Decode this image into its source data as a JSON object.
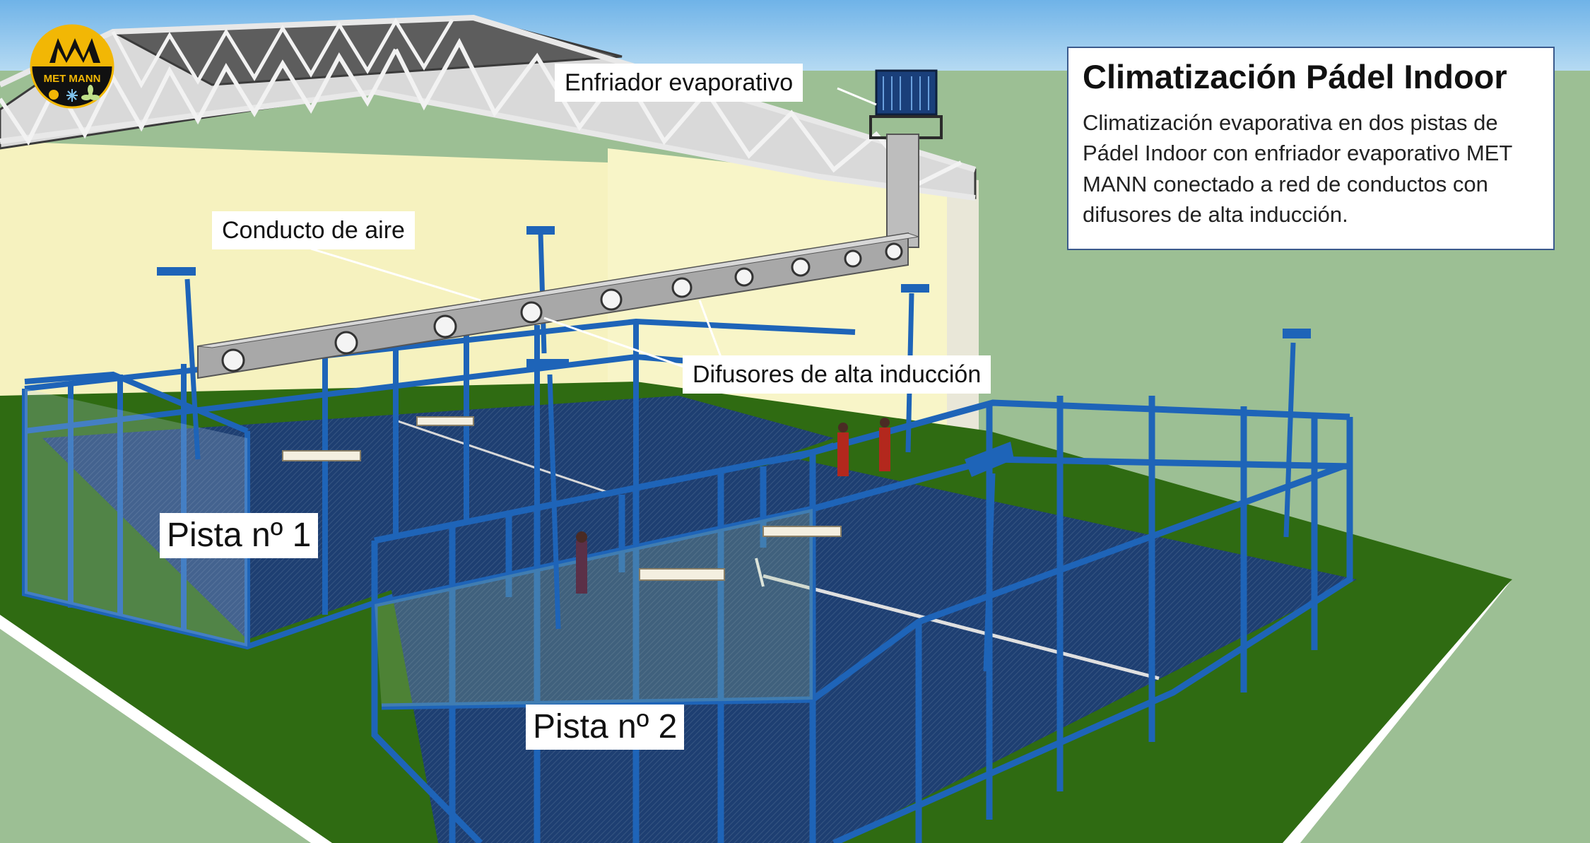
{
  "info_panel": {
    "title": "Climatización Pádel Indoor",
    "description": "Climatización evaporativa en dos pistas de Pádel Indoor con enfriador evaporativo MET MANN conectado a red de conductos con difusores de alta inducción."
  },
  "labels": {
    "cooler": "Enfriador evaporativo",
    "duct": "Conducto de aire",
    "diffusers": "Difusores de alta inducción",
    "court1": "Pista nº 1",
    "court2": "Pista nº 2"
  },
  "logo": {
    "text": "MET MANN",
    "icons": [
      "sun-icon",
      "snowflake-icon",
      "fan-icon"
    ]
  },
  "colors": {
    "sky": "#8fc3ec",
    "ground": "#9cbf94",
    "floor_green": "#2f6b12",
    "court_blue": "#1d3f73",
    "frame_blue": "#1e64b8",
    "wall": "#f7f4c0",
    "duct": "#a9a9a9",
    "panel_border": "#3b5a8c",
    "logo_yellow": "#f2b705"
  }
}
